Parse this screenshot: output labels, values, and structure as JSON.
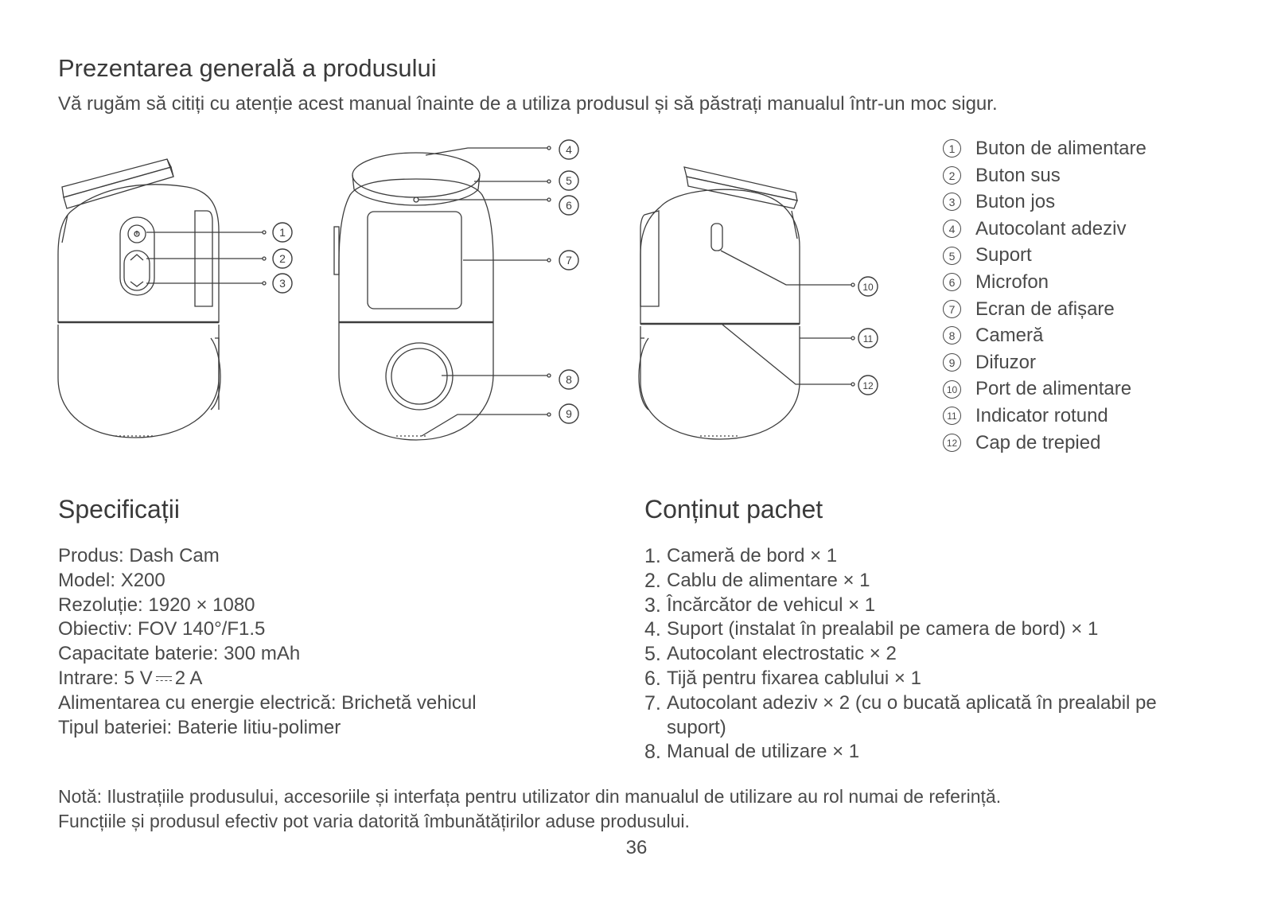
{
  "header": {
    "title": "Prezentarea generală a produsului",
    "subtitle": "Vă rugăm să citiți cu atenție acest manual înainte de a utiliza produsul și să păstrați manualul într-un moc sigur."
  },
  "callouts": [
    "1",
    "2",
    "3",
    "4",
    "5",
    "6",
    "7",
    "8",
    "9",
    "10",
    "11",
    "12"
  ],
  "legend": [
    {
      "num": "1",
      "label": "Buton de alimentare"
    },
    {
      "num": "2",
      "label": "Buton sus"
    },
    {
      "num": "3",
      "label": "Buton jos"
    },
    {
      "num": "4",
      "label": "Autocolant adeziv"
    },
    {
      "num": "5",
      "label": "Suport"
    },
    {
      "num": "6",
      "label": "Microfon"
    },
    {
      "num": "7",
      "label": "Ecran de afișare"
    },
    {
      "num": "8",
      "label": "Cameră"
    },
    {
      "num": "9",
      "label": "Difuzor"
    },
    {
      "num": "10",
      "label": "Port de alimentare"
    },
    {
      "num": "11",
      "label": "Indicator rotund"
    },
    {
      "num": "12",
      "label": "Cap de trepied"
    }
  ],
  "specs": {
    "heading": "Specificații",
    "lines": [
      "Produs: Dash Cam",
      "Model: X200",
      "Rezoluție: 1920 × 1080",
      "Obiectiv: FOV 140°/F1.5",
      "Capacitate baterie: 300 mAh",
      "Alimentarea cu energie electrică: Brichetă vehicul",
      "Tipul bateriei: Baterie litiu-polimer"
    ],
    "input_prefix": "Intrare: 5 V",
    "input_suffix": "2 A"
  },
  "package": {
    "heading": "Conținut pachet",
    "items": [
      {
        "num": "1.",
        "text": "Cameră de bord × 1"
      },
      {
        "num": "2.",
        "text": "Cablu de alimentare × 1"
      },
      {
        "num": "3.",
        "text": "Încărcător de vehicul × 1"
      },
      {
        "num": "4.",
        "text": "Suport (instalat în prealabil pe camera de bord) × 1"
      },
      {
        "num": "5.",
        "text": "Autocolant electrostatic × 2"
      },
      {
        "num": "6.",
        "text": "Tijă pentru fixarea cablului × 1"
      },
      {
        "num": "7.",
        "text": "Autocolant adeziv × 2 (cu o bucată aplicată în prealabil pe suport)"
      },
      {
        "num": "8.",
        "text": "Manual de utilizare × 1"
      }
    ]
  },
  "note": {
    "line1": "Notă: Ilustrațiile produsului, accesoriile și interfața pentru utilizator din manualul de utilizare au rol numai de referință.",
    "line2": "Funcțiile și produsul efectiv pot varia datorită îmbunătățirilor aduse produsului."
  },
  "page_number": "36"
}
